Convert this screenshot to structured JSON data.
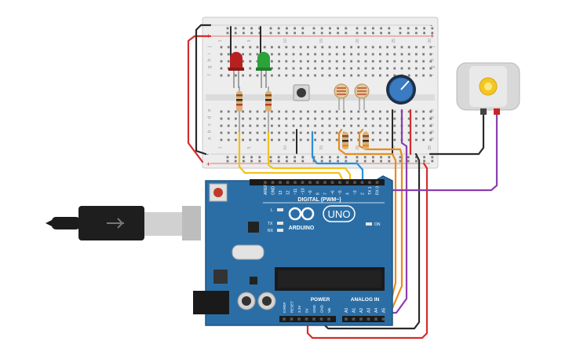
{
  "colors": {
    "board": "#2b6ea6",
    "board_dark": "#1f5683",
    "breadboard": "#ededed",
    "wire_red": "#d62c2c",
    "wire_black": "#2a2a2a",
    "wire_yellow": "#f2c21b",
    "wire_orange": "#e98b1c",
    "wire_blue": "#2b8fd9",
    "wire_purple": "#8a3fae",
    "led_red": "#b81f1f",
    "led_green": "#2aa33a",
    "pot_blue": "#3b7bc2",
    "motor_body": "#d8d8d8",
    "gear": "#f3c623"
  },
  "breadboard": {
    "rail_plus": "+",
    "rail_minus": "-",
    "row_letters_top": [
      "j",
      "i",
      "h",
      "g",
      "f"
    ],
    "row_letters_bottom": [
      "e",
      "d",
      "c",
      "b",
      "a"
    ],
    "column_numbers": [
      "1",
      "",
      "",
      "",
      "5",
      "",
      "",
      "",
      "",
      "10",
      "",
      "",
      "",
      "",
      "15",
      "",
      "",
      "",
      "",
      "20",
      "",
      "",
      "",
      "",
      "25",
      "",
      "",
      "",
      "",
      "30"
    ]
  },
  "arduino": {
    "logo_text": "ARDUINO",
    "model": "UNO",
    "digital_label": "DIGITAL (PWM~)",
    "power_label": "POWER",
    "analog_label": "ANALOG IN",
    "tx_label": "TX",
    "rx_label": "RX",
    "l_label": "L",
    "on_label": "ON",
    "digital_pins": [
      "AREF",
      "GND",
      "13",
      "12",
      "~11",
      "~10",
      "~9",
      "8",
      "7",
      "~6",
      "~5",
      "4",
      "~3",
      "2",
      "TX 1",
      "RX 0"
    ],
    "power_pins": [
      "IOREF",
      "RESET",
      "3.3V",
      "5V",
      "GND",
      "GND",
      "Vin"
    ],
    "analog_pins": [
      "A0",
      "A1",
      "A2",
      "A3",
      "A4",
      "A5"
    ]
  },
  "components": {
    "led_red": "led-red",
    "led_green": "led-green",
    "pushbutton": "pushbutton",
    "photoresistors": 2,
    "resistors": 4,
    "potentiometer": "potentiometer",
    "dc_motor": "dc-motor",
    "usb_cable": "usb-b-cable"
  }
}
